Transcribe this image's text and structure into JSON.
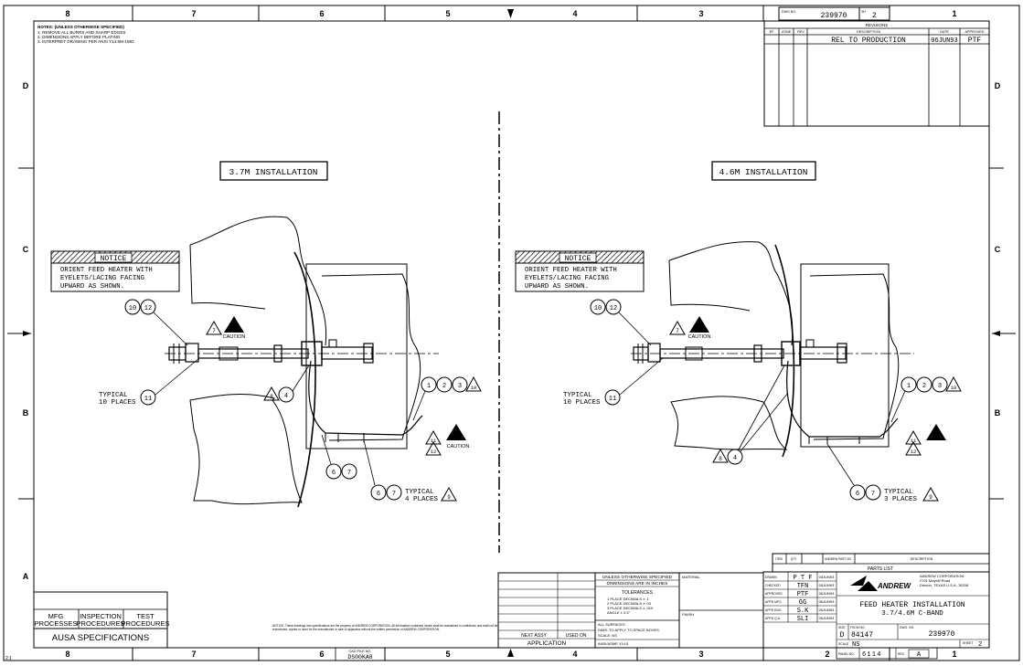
{
  "border": {
    "columns": [
      "8",
      "7",
      "6",
      "5",
      "4",
      "3",
      "2",
      "1"
    ],
    "rows": [
      "D",
      "C",
      "B",
      "A"
    ]
  },
  "notes": {
    "title": "NOTES: (UNLESS OTHERWISE SPECIFIED)",
    "lines": [
      "1. REMOVE ALL BURRS AND SHARP EDGES",
      "2. DIMENSIONS APPLY BEFORE PLATING",
      "3. INTERPRET DRAWING PER ANSI Y14.5M-1982"
    ]
  },
  "top_block": {
    "dwg_label": "DWG NO.",
    "dwg_no": "239970",
    "sheet_label": "SH",
    "sheet_no": "2"
  },
  "revisions": {
    "title": "REVISIONS",
    "headers": [
      "EF",
      "ZONE",
      "REV",
      "DESCRIPTION",
      "DATE",
      "APPROVED"
    ],
    "row": {
      "description": "REL TO PRODUCTION",
      "date": "06JUN93",
      "approved": "PTF"
    }
  },
  "views": {
    "left_title": "3.7M INSTALLATION",
    "right_title": "4.6M INSTALLATION",
    "notice_header": "NOTICE",
    "notice_lines": [
      "ORIENT FEED HEATER WITH",
      "EYELETS/LACING FACING",
      "UPWARD AS SHOWN."
    ],
    "caution": "CAUTION",
    "typical_10": [
      "TYPICAL",
      "10 PLACES"
    ],
    "typical_4": [
      "TYPICAL",
      "4 PLACES"
    ],
    "typical_3": [
      "TYPICAL",
      "3 PLACES"
    ]
  },
  "balloons": {
    "b1": "1",
    "b2": "2",
    "b3": "3",
    "b4": "4",
    "b6": "6",
    "b7": "7",
    "b10": "10",
    "b11": "11",
    "b12": "12",
    "t7": "7",
    "t8": "8",
    "t9": "9",
    "t10": "10",
    "t11": "11",
    "t12": "12"
  },
  "parts_list": {
    "title": "PARTS LIST",
    "col_item": "ITEM",
    "col_qty": "QTY",
    "col_partno": "ANDREW PART NO.",
    "col_desc": "DESCRIPTION"
  },
  "tolerance_block": {
    "header1": "UNLESS OTHERWISE SPECIFIED",
    "header2": "DIMENSIONS ARE IN INCHES",
    "header3": "TOLERANCES",
    "lines": [
      "1 PLACE DECIMALS ± .1",
      "2 PLACE DECIMALS ± .03",
      "3 PLACE DECIMALS ± .010",
      "ANGLE ± 0.5°"
    ],
    "finish1": "ALL SURFACES",
    "finish2": "DIMS. TO APPLY TO SPACE BOXES",
    "finish3": "SCALE: NS",
    "finish4": "ANSI/ASME Y14.5",
    "material_label": "MATERIAL",
    "finish_label": "FINISH"
  },
  "application": {
    "next_assy": "NEXT ASSY",
    "used_on": "USED ON",
    "title": "APPLICATION"
  },
  "signatures": {
    "roles": [
      "DRAWN",
      "CHECKED",
      "APPROVED",
      "APPD MFG",
      "APPD ENG",
      "APPD Q.A."
    ],
    "names": [
      "P T F",
      "TFN",
      "PTF",
      "GG",
      "S.K",
      "SLI"
    ],
    "dates": [
      "04JUN93",
      "05JUN93",
      "06JUN93",
      "06JUN93",
      "06JUN93",
      "06JUN93"
    ]
  },
  "company": {
    "logo_text": "ANDREW",
    "name": "ANDREW CORPORATION",
    "addr1": "2701 Mayhill Road",
    "addr2": "Denton, TEXAS  U.S.A.  76208"
  },
  "title_block": {
    "title1": "FEED HEATER INSTALLATION",
    "title2": "3.7/4.6M C-BAND",
    "size_label": "SIZE",
    "fscm_label": "FSCM NO.",
    "dwg_label": "DWG. NO.",
    "size": "D",
    "fscm": "84147",
    "dwg_no": "239970",
    "scale_label": "SCALE",
    "scale": "NS",
    "sheet_label": "SHEET",
    "sheet": "2",
    "panel_label": "PANEL NO.",
    "panel_no": "6114",
    "rev_label": "REV.",
    "rev": "A"
  },
  "proprietary": "NOTICE: These drawings and specifications are the property of ANDREW CORPORATION. All information contained herein shall be maintained in confidence and shall not be reproduced, copied or used for the manufacture or sale of apparatus without the written permission of ANDREW CORPORATION.",
  "cad_file": {
    "label": "CAD FILE NO.",
    "value": "DS00KA8"
  },
  "specs": {
    "headers": [
      "MFG PROCESSES",
      "INSPECTION PROCEDURES",
      "TEST PROCEDURES"
    ],
    "headers_l1": [
      "MFG",
      "INSPECTION",
      "TEST"
    ],
    "headers_l2": [
      "PROCESSES",
      "PROCEDURES",
      "PROCEDURES"
    ],
    "title": "AUSA SPECIFICATIONS"
  },
  "corner_mark": "2:1"
}
